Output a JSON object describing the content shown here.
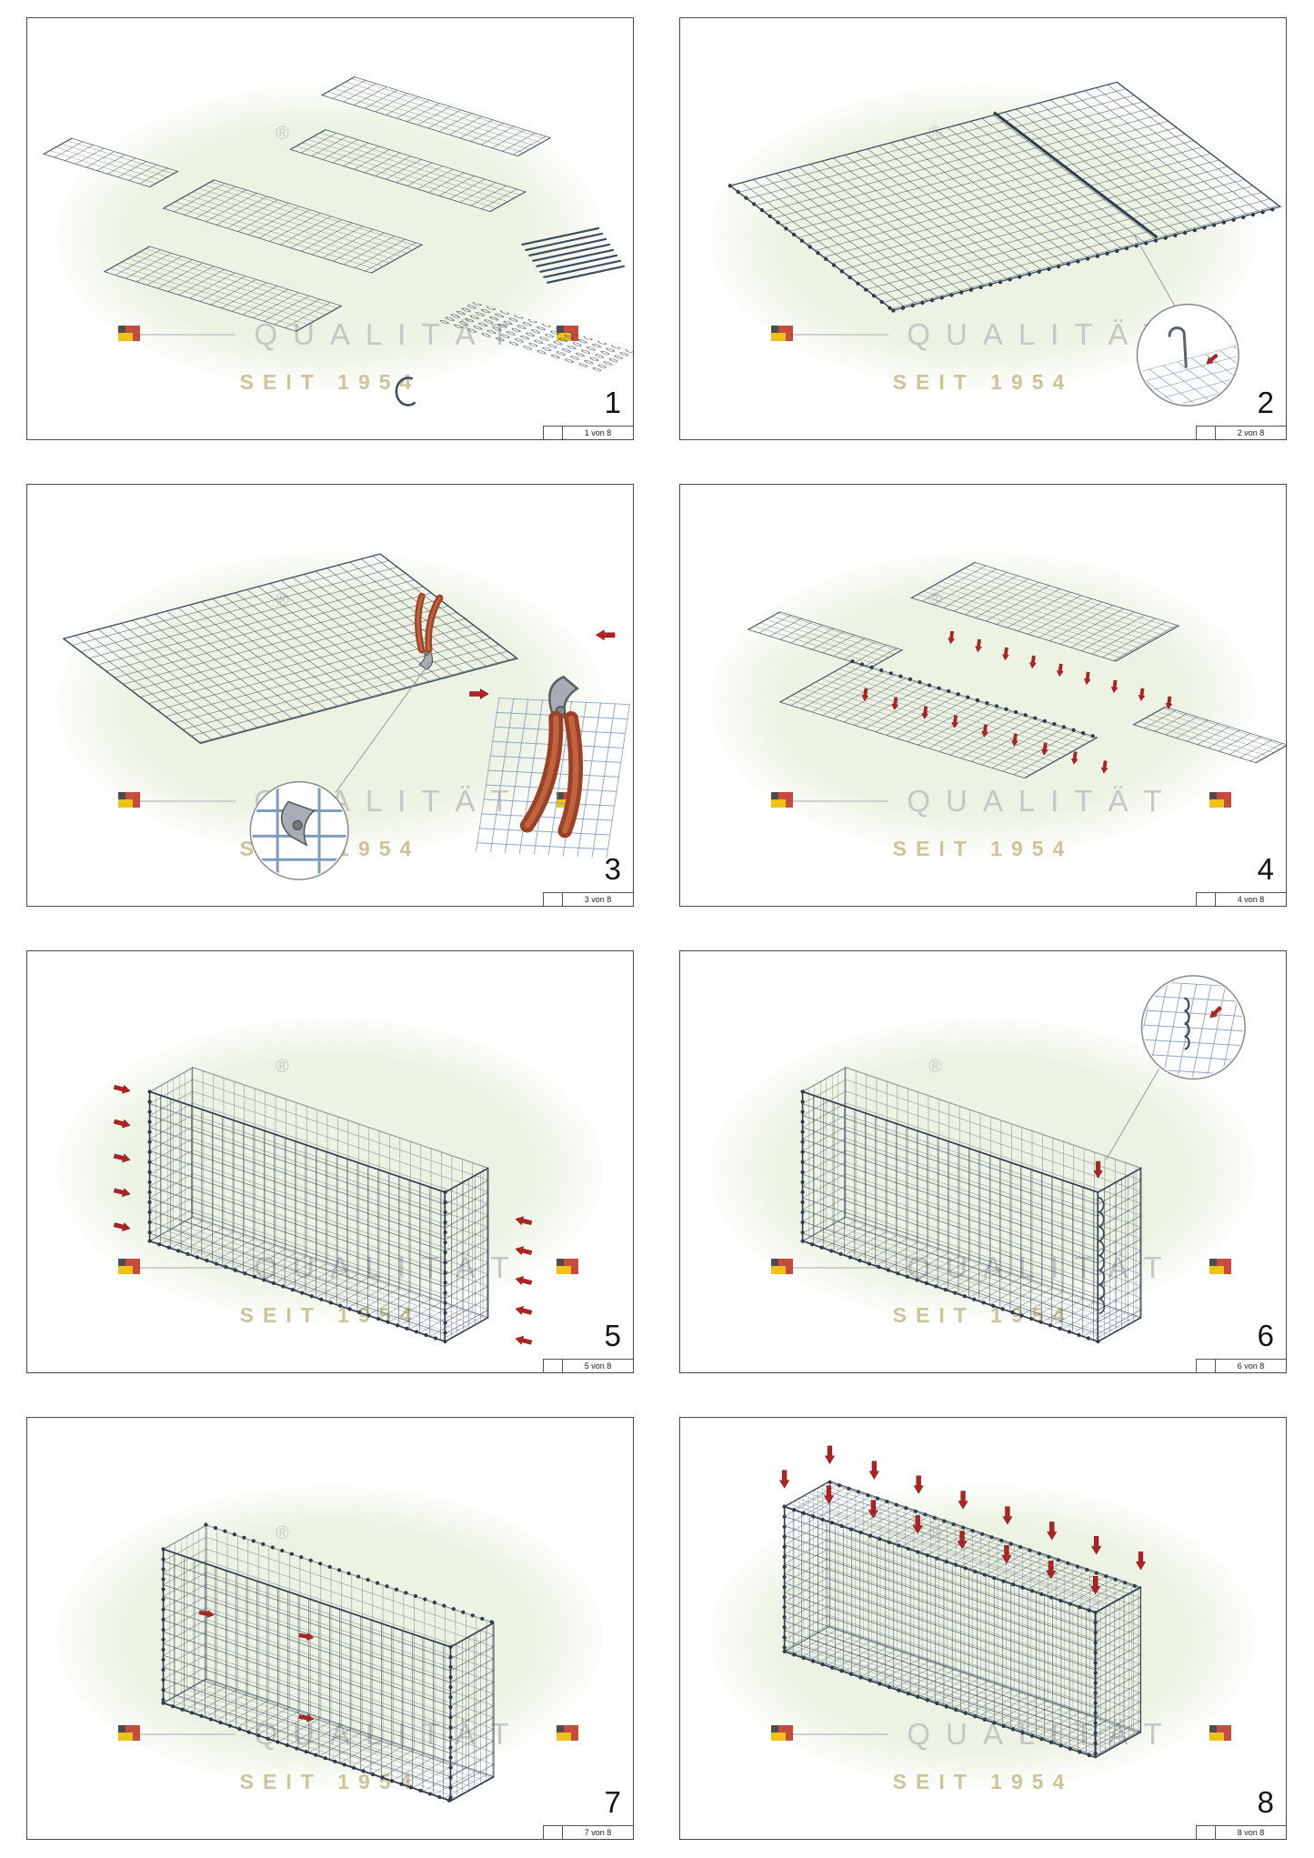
{
  "watermark": {
    "line1": "QUALITÄT",
    "line2": "SEIT 1954",
    "registered_mark": "®"
  },
  "colors": {
    "mesh": "#3d4d61",
    "mesh_light": "#7e9cc0",
    "mesh_dark": "#2e3c4e",
    "arrow": "#b22222",
    "watermark_green": "#ecf3e2",
    "watermark_text": "#c6c6c6",
    "watermark_gold": "#cdc498",
    "plier_handle": "#9a4126",
    "plier_metal": "#a8adb5",
    "panel_border": "#4a4a4a"
  },
  "panels": [
    {
      "number": "1",
      "page_label": "1 von 8"
    },
    {
      "number": "2",
      "page_label": "2 von 8"
    },
    {
      "number": "3",
      "page_label": "3 von 8"
    },
    {
      "number": "4",
      "page_label": "4 von 8"
    },
    {
      "number": "5",
      "page_label": "5 von 8"
    },
    {
      "number": "6",
      "page_label": "6 von 8"
    },
    {
      "number": "7",
      "page_label": "7 von 8"
    },
    {
      "number": "8",
      "page_label": "8 von 8"
    }
  ]
}
